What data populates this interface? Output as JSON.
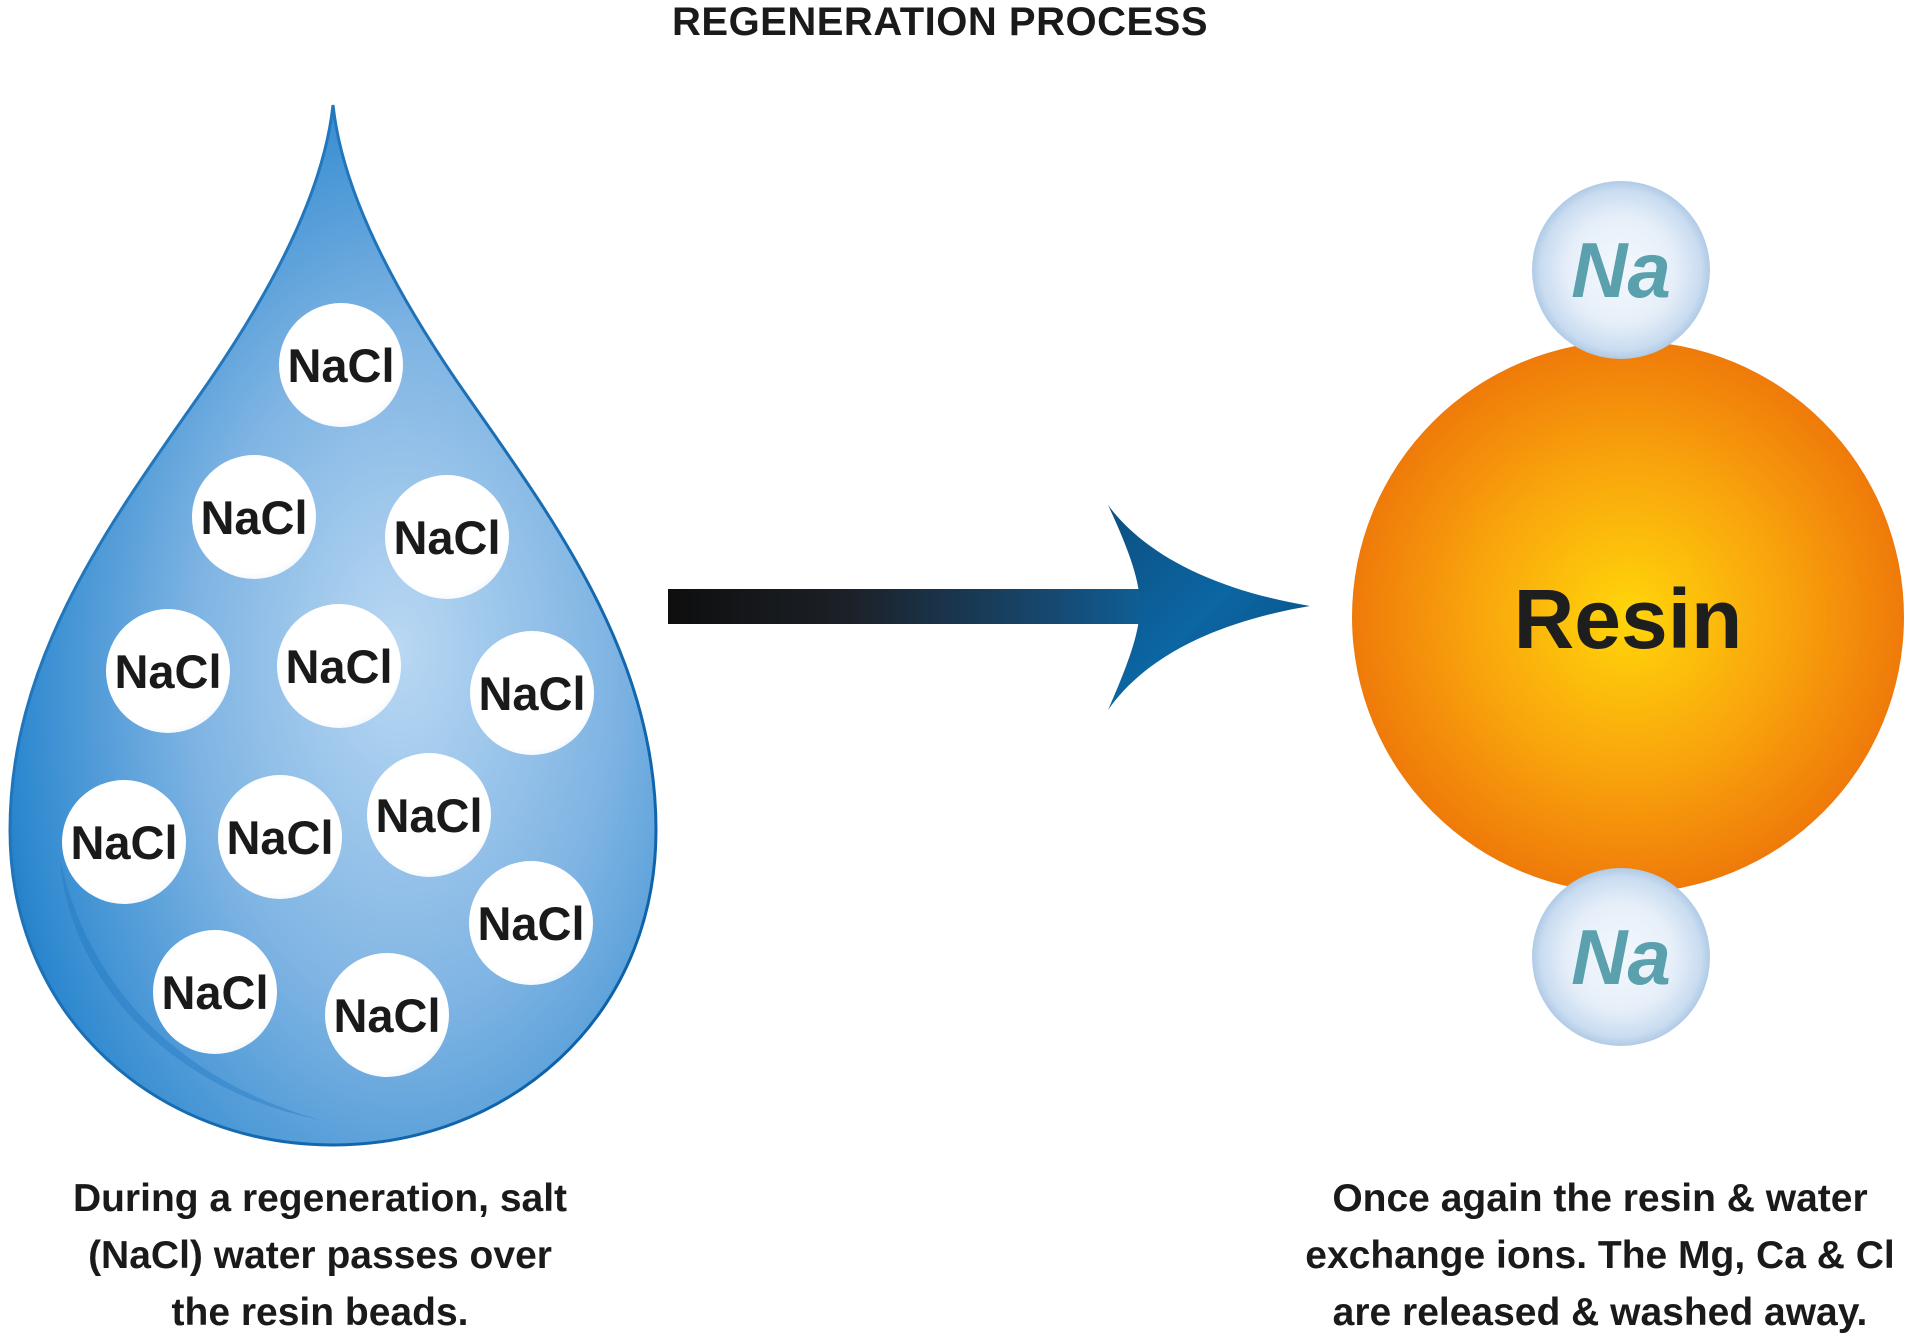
{
  "title": "REGENERATION PROCESS",
  "beads": [
    "NaCl",
    "NaCl",
    "NaCl",
    "NaCl",
    "NaCl",
    "NaCl",
    "NaCl",
    "NaCl",
    "NaCl",
    "NaCl",
    "NaCl",
    "NaCl"
  ],
  "resin": {
    "label": "Resin",
    "ion_top": "Na",
    "ion_bottom": "Na"
  },
  "captions": {
    "left": [
      "During a regeneration, salt",
      "(NaCl) water passes over",
      "the resin beads."
    ],
    "right": [
      "Once again the resin & water",
      "exchange ions. The Mg, Ca & Cl",
      "are released & washed away."
    ]
  },
  "colors": {
    "drop_light": "#a9cdee",
    "drop_dark": "#1578c4",
    "resin_center": "#ffd10a",
    "resin_edge": "#f07d0a",
    "ion_text": "#5aa0ad",
    "arrow_dark": "#111111",
    "arrow_blue": "#0a6aa8"
  }
}
